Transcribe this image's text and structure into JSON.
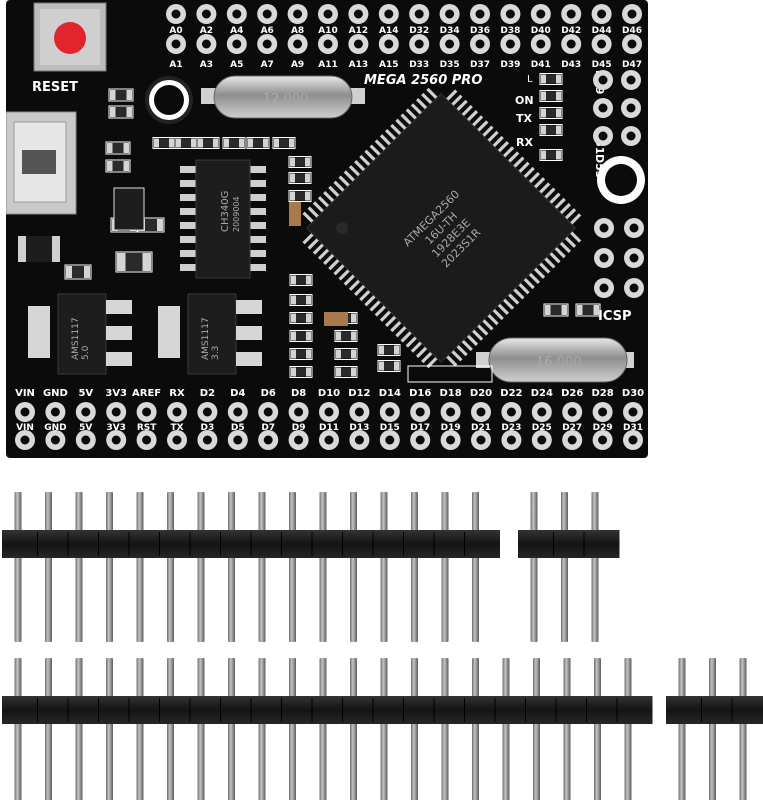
{
  "board": {
    "silk_title": "MEGA 2560 PRO",
    "reset_label": "RESET",
    "icsp_label": "ICSP",
    "led_labels": [
      "L",
      "ON",
      "TX",
      "RX"
    ],
    "side_labels": [
      "D49",
      "D51",
      "D53"
    ],
    "top_row_a": [
      "A0",
      "A2",
      "A4",
      "A6",
      "A8",
      "A10",
      "A12",
      "A14",
      "D32",
      "D34",
      "D36",
      "D38",
      "D40",
      "D42",
      "D44",
      "D46"
    ],
    "top_row_b": [
      "A1",
      "A3",
      "A5",
      "A7",
      "A9",
      "A11",
      "A13",
      "A15",
      "D33",
      "D35",
      "D37",
      "D39",
      "D41",
      "D43",
      "D45",
      "D47"
    ],
    "bottom_row_a": [
      "VIN",
      "GND",
      "5V",
      "3V3",
      "AREF",
      "RX",
      "D2",
      "D4",
      "D6",
      "D8",
      "D10",
      "D12",
      "D14",
      "D16",
      "D18",
      "D20",
      "D22",
      "D24",
      "D26",
      "D28",
      "D30"
    ],
    "bottom_row_b": [
      "VIN",
      "GND",
      "5V",
      "3V3",
      "RST",
      "TX",
      "D3",
      "D5",
      "D7",
      "D9",
      "D11",
      "D13",
      "D15",
      "D17",
      "D19",
      "D21",
      "D23",
      "D25",
      "D27",
      "D29",
      "D31"
    ],
    "mcu_text": [
      "ATMEGA2560",
      "16U-TH",
      "1928E3E",
      "2023S1R"
    ],
    "usb_chip_text": [
      "CH340G",
      "2009004"
    ],
    "crystal_top": "12.000",
    "crystal_bottom": "16.000",
    "regulator_1": [
      "AMS1117",
      "5.0"
    ],
    "regulator_2": [
      "AMS1117",
      "3.3"
    ],
    "colors": {
      "pcb": "#0b0b0b",
      "pad": "#d9d9d9",
      "silk": "#ffffff",
      "reset_button": "#e2242c",
      "header_plastic": "#151515",
      "pin_metal": "#9a9a9a"
    }
  },
  "headers": [
    {
      "pins": 16
    },
    {
      "pins": 3
    },
    {
      "pins": 21
    },
    {
      "pins": 3
    }
  ]
}
